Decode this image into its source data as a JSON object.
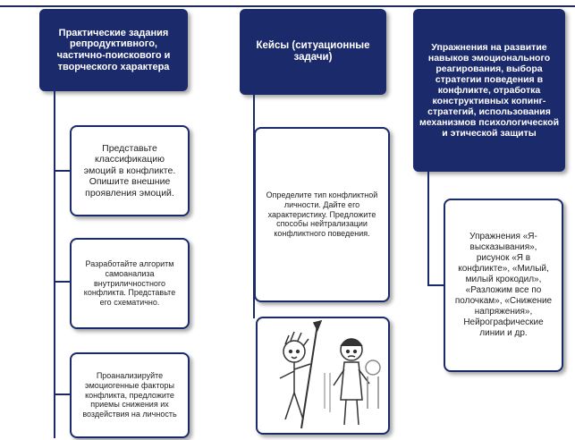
{
  "column1": {
    "header": "Практические задания репродуктивного, частично-поискового и творческого характера",
    "cards": [
      "Представьте классификацию эмоций в конфликте. Опишите внешние проявления эмоций.",
      "Разработайте алгоритм самоанализа внутриличностного конфликта. Представьте его схематично.",
      "Проанализируйте эмоциогенные факторы конфликта, предложите приемы снижения их воздействия на личность"
    ]
  },
  "column2": {
    "header": "Кейсы (ситуационные задачи)",
    "card": "Определите тип конфликтной личности. Дайте его характеристику. Предложите способы нейтрализации конфликтного поведения."
  },
  "column3": {
    "header": "Упражнения на развитие навыков эмоционального реагирования, выбора стратегии поведения в конфликте, отработка конструктивных копинг-стратегий, использования механизмов психологической и этической защиты",
    "card": "Упражнения «Я-высказывания», рисунок «Я в конфликте», «Милый, милый крокодил», «Разложим все по полочкам», «Снижение напряжения», Нейрографические линии и др."
  }
}
